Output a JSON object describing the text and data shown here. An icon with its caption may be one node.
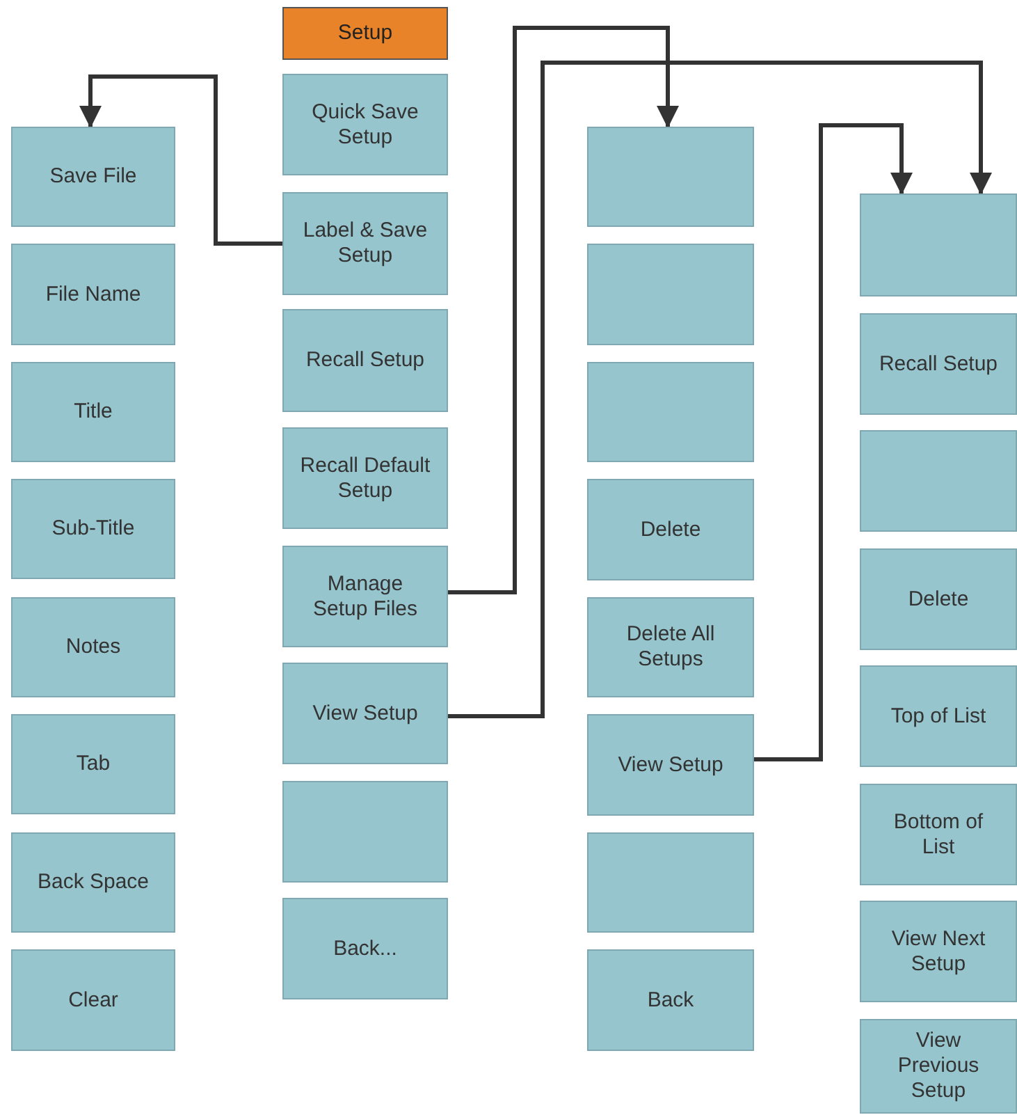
{
  "diagram": {
    "nodes": [
      {
        "text": [
          "Save File"
        ]
      },
      {
        "text": [
          "File Name"
        ]
      },
      {
        "text": [
          "Title"
        ]
      },
      {
        "text": [
          "Sub-Title"
        ]
      },
      {
        "text": [
          "Notes"
        ]
      },
      {
        "text": [
          "Tab"
        ]
      },
      {
        "text": [
          "Back Space"
        ]
      },
      {
        "text": [
          "Clear"
        ]
      },
      {
        "text": [
          "Setup"
        ]
      },
      {
        "text": [
          "Quick Save Setup"
        ]
      },
      {
        "text": [
          "Label & Save Setup"
        ]
      },
      {
        "text": [
          "Recall Setup"
        ]
      },
      {
        "text": [
          "Recall Default Setup"
        ]
      },
      {
        "text": [
          "Manage Setup Files"
        ]
      },
      {
        "text": [
          "View Setup"
        ]
      },
      {
        "text": [],
        "shape": "box"
      },
      {
        "text": [
          "Back..."
        ]
      },
      {
        "text": [],
        "shape": "box"
      },
      {
        "text": [],
        "shape": "box"
      },
      {
        "text": [],
        "shape": "box"
      },
      {
        "text": [
          "Delete"
        ]
      },
      {
        "text": [
          "Delete All Setups"
        ]
      },
      {
        "text": [
          "View Setup"
        ]
      },
      {
        "text": [],
        "shape": "box"
      },
      {
        "text": [
          "Back"
        ]
      },
      {
        "text": [],
        "shape": "box"
      },
      {
        "text": [
          "Recall Setup"
        ]
      },
      {
        "text": [],
        "shape": "box"
      },
      {
        "text": [
          "Delete"
        ]
      },
      {
        "text": [
          "Top of List"
        ]
      },
      {
        "text": [
          "Bottom of List"
        ]
      },
      {
        "text": [
          "View Next Setup"
        ]
      },
      {
        "text": [
          "View Previous Setup"
        ]
      }
    ],
    "edges": [
      {
        "from": 10,
        "to": 0,
        "arrow": "to"
      },
      {
        "from": 13,
        "to": 17,
        "arrow": "to"
      },
      {
        "from": 14,
        "to": 25,
        "arrow": "to"
      },
      {
        "from": 22,
        "to": 25,
        "arrow": "to"
      }
    ]
  }
}
